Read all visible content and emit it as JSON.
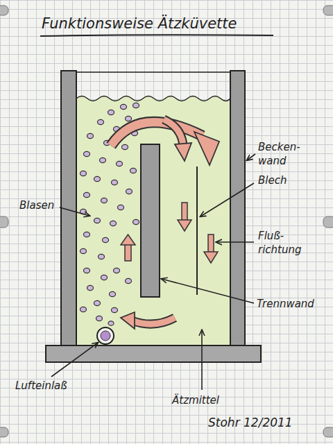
{
  "diagram": {
    "title": "Funktionsweise Ätzküvette",
    "labels": [
      "Becken- wand",
      "Blech",
      "Blasen",
      "Fluß- richtung",
      "Trennwand",
      "Lufteinlaß",
      "Ätzmittel",
      "Stohr 12/2011"
    ]
  }
}
